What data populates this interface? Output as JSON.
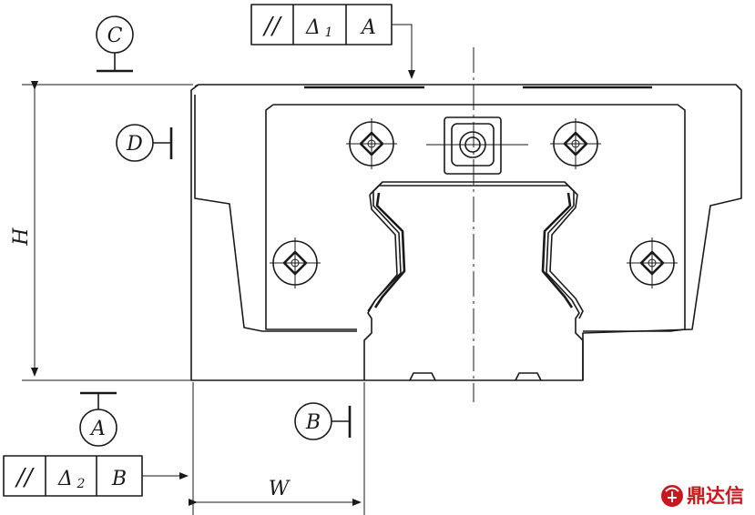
{
  "dimensions": {
    "height_label": "H",
    "width_label": "W"
  },
  "datums": {
    "a": "A",
    "b": "B",
    "c": "C",
    "d": "D"
  },
  "tolerance_frames": {
    "top": {
      "symbol": "//",
      "value_main": "Δ",
      "value_sub": "1",
      "datum": "A"
    },
    "bottom": {
      "symbol": "//",
      "value_main": "Δ",
      "value_sub": "2",
      "datum": "B"
    }
  },
  "watermark": {
    "text": "鼎达信"
  },
  "colors": {
    "line": "#1a1a1a",
    "watermark": "#c8171e"
  }
}
